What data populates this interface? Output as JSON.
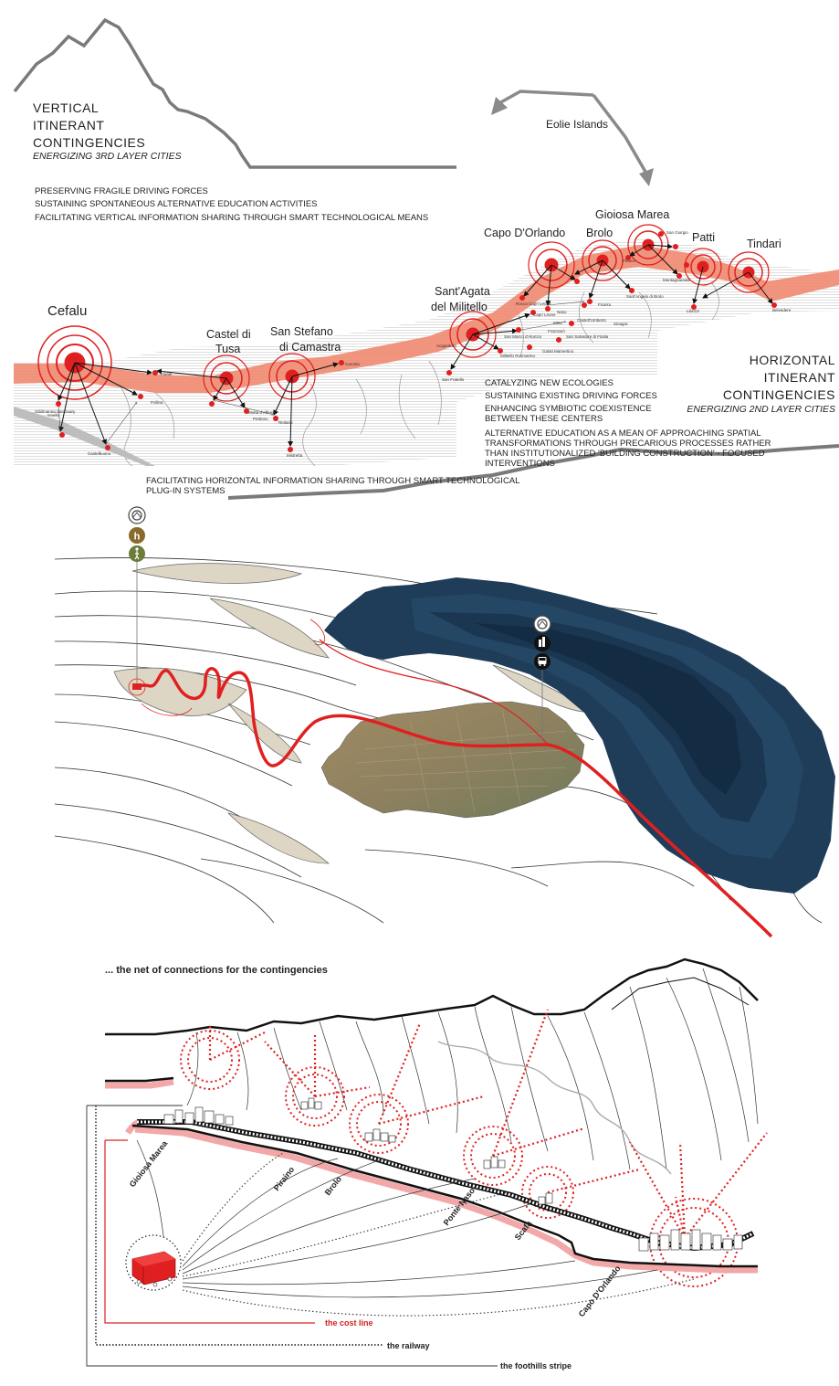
{
  "top_panel": {
    "vertical": {
      "title_lines": [
        "VERTICAL",
        "ITINERANT",
        "CONTINGENCIES"
      ],
      "subtitle": "ENERGIZING 3RD LAYER CITIES",
      "bullets": [
        "PRESERVING FRAGILE DRIVING FORCES",
        "SUSTAINING SPONTANEOUS ALTERNATIVE EDUCATION ACTIVITIES",
        "FACILITATING VERTICAL INFORMATION SHARING THROUGH SMART TECHNOLOGICAL MEANS"
      ]
    },
    "eolie_label": "Eolie Islands",
    "cities": [
      {
        "name_lines": [
          "Cefalu"
        ]
      },
      {
        "name_lines": [
          "Castel di",
          "Tusa"
        ]
      },
      {
        "name_lines": [
          "San Stefano",
          "di Camastra"
        ]
      },
      {
        "name_lines": [
          "Sant'Agata",
          "del Militello"
        ]
      },
      {
        "name_lines": [
          "Capo D'Orlando"
        ]
      },
      {
        "name_lines": [
          "Brolo"
        ]
      },
      {
        "name_lines": [
          "Gioiosa Marea"
        ]
      },
      {
        "name_lines": [
          "Patti"
        ]
      },
      {
        "name_lines": [
          "Tindari"
        ]
      }
    ],
    "minor_towns": [
      "Gibilmanna Sanctuary",
      "Isnello",
      "Castelbuono",
      "Pollina",
      "Finale",
      "Motta d'Affermo",
      "Pettineo",
      "Reitano",
      "Mistretta",
      "Caronia",
      "Acquedolci",
      "San Fratello",
      "Militello Rosmarino",
      "San Marco d'Alunzio",
      "Galati Mamertino",
      "Frazzanò",
      "Mirto",
      "Capri Leone",
      "Rocca Capri Leone",
      "Naso",
      "Castell'Umberto",
      "San Salvatore di Fitalia",
      "Ficarra",
      "Sinagra",
      "Sant'Angelo di Brolo",
      "Piraino",
      "Montagnareale",
      "San Giorgio",
      "Librizzi",
      "Belvedere"
    ],
    "horizontal": {
      "title_lines": [
        "HORIZONTAL",
        "ITINERANT",
        "CONTINGENCIES"
      ],
      "subtitle": "ENERGIZING 2ND LAYER CITIES",
      "bullets": [
        "CATALYZING NEW ECOLOGIES",
        "SUSTAINING EXISTING DRIVING FORCES",
        "ENHANCING SYMBIOTIC COEXISTENCE",
        "BETWEEN THESE CENTERS",
        "ALTERNATIVE EDUCATION AS A MEAN OF APPROACHING SPATIAL",
        "TRANSFORMATIONS THROUGH PRECARIOUS PROCESSES RATHER",
        "THAN INSTITUTIONALIZED 'BUILDING CONSTRUCTION' - FOCUSED",
        "INTERVENTIONS"
      ]
    },
    "bottom_note_lines": [
      "FACILITATING HORIZONTAL INFORMATION SHARING THROUGH SMART TECHNOLOGICAL",
      "PLUG-IN SYSTEMS"
    ]
  },
  "middle_panel": {
    "icons_left": [
      "heritage-icon",
      "hostel-icon",
      "pedestrian-icon"
    ],
    "icons_right": [
      "heritage-icon",
      "building-icon",
      "bus-icon"
    ]
  },
  "bottom_panel": {
    "title": "... the net of connections for the contingencies",
    "towns": [
      "Gioiosa Marea",
      "Piraino",
      "Brolo",
      "Ponte Naso",
      "Scafa",
      "Capo D'Orlando"
    ],
    "legend": {
      "coast_line": "the cost line",
      "railway": "the railway",
      "foothills": "the foothills stripe"
    }
  },
  "colors": {
    "accent_red": "#e02020",
    "band_salmon": "#f08a70",
    "sea_dark": "#1f3d59",
    "hill_beige": "#ddd6c4",
    "mountain_grey": "#7a7a7a"
  }
}
